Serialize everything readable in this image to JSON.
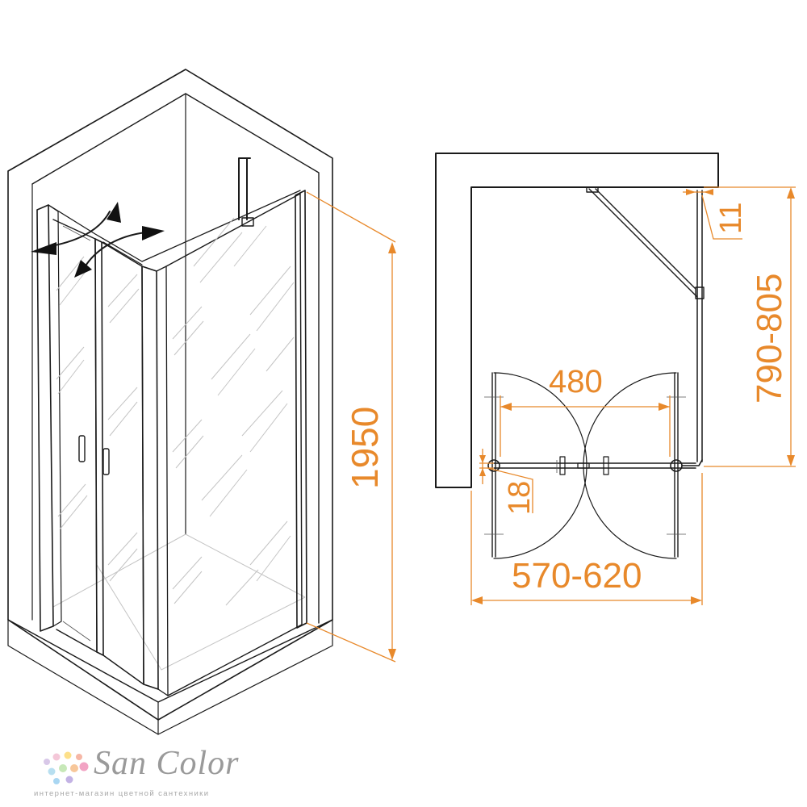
{
  "dimensions": {
    "height": "1950",
    "depth": "790-805",
    "width": "570-620",
    "door_span": "480",
    "wall_gap": "11",
    "profile": "18"
  },
  "brand": {
    "name": "San Color",
    "tagline": "интернет-магазин цветной сантехники"
  },
  "colors": {
    "dimension": "#e8892b",
    "outline": "#1a1a1a",
    "logo": "#9a9a9a"
  }
}
